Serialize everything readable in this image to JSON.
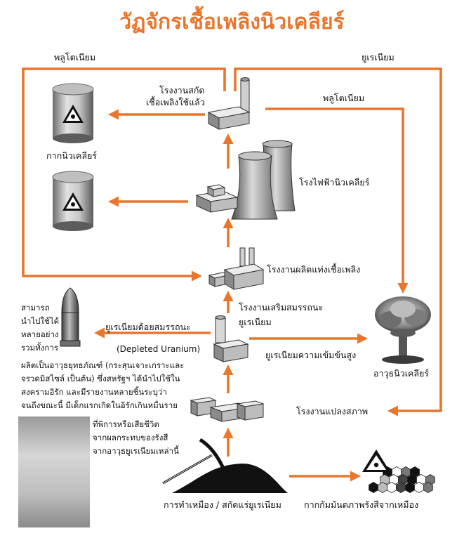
{
  "title": "วัฏจักรเชื้อเพลิงนิวเคลียร์",
  "colors": {
    "arrow": "#e8762d",
    "title": "#e8762d"
  },
  "labels": {
    "plutonium_top": "พลูโตเนียม",
    "uranium_top": "ยูเรเนียม",
    "reprocessing_plant": [
      "โรงงานสกัด",
      "เชื้อเพลิงใช้แล้ว"
    ],
    "plutonium_right": "พลูโตเนียม",
    "nuclear_waste": "กากนิวเคลียร์",
    "power_plant": "โรงไฟฟ้านิวเคลียร์",
    "fuel_fabrication": "โรงงานผลิตแท่งเชื้อเพลิง",
    "enrichment_plant": [
      "โรงงานเสริมสมรรถนะ",
      "ยูเรเนียม"
    ],
    "depleted_uranium": "ยูเรเนียมด้อยสมรรถนะ",
    "depleted_uranium_en": "(Depleted Uranium)",
    "enriched_uranium": "ยูเรเนียมความเข้มข้นสูง",
    "nuclear_weapon": "อาวุธนิวเคลียร์",
    "conversion_plant": "โรงงานแปลงสภาพ",
    "mining": "การทำเหมือง / สกัดแร่ยูเรเนียม",
    "mine_tailings": "กากกัมมันตภาพรังสีจากเหมือง"
  },
  "side_text": [
    "สามารถ",
    "นำไปใช้ได้",
    "หลายอย่าง",
    "รวมทั้งการ",
    "ผลิตเป็นอาวุธยุทธภัณฑ์ (กระสุนเจาะเกราะและ",
    "จรวดมิสไซล์ เป็นต้น) ซึ่งสหรัฐฯ ได้นำไปใช้ใน",
    "สงครามอิรัก และมีรายงานหลายชิ้นระบุว่า",
    "จนถึงขณะนี้ มีเด็กแรกเกิดในอิรักเกินหมื่นราย",
    "ที่พิการหรือเสียชีวิต",
    "จากผลกระทบของรังสี",
    "จากอาวุธยูเรเนียมเหล่านี้"
  ]
}
